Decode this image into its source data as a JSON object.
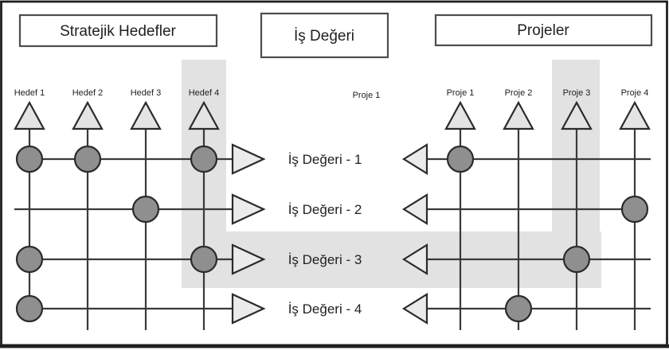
{
  "diagram": {
    "title_boxes": {
      "left": "Stratejik Hedefler",
      "middle": "İş Değeri",
      "right": "Projeler"
    },
    "goals": {
      "columns": [
        "Hedef 1",
        "Hedef 2",
        "Hedef 3",
        "Hedef 4"
      ]
    },
    "projects": {
      "columns": [
        "Proje 1",
        "Proje 2",
        "Proje 3",
        "Proje 4"
      ],
      "stray_label": "Proje 1"
    },
    "business_values": {
      "rows": [
        "İş Değeri - 1",
        "İş Değeri - 2",
        "İş Değeri - 3",
        "İş Değeri - 4"
      ]
    },
    "connections": {
      "goal_to_value": [
        [
          1,
          1
        ],
        [
          1,
          2
        ],
        [
          1,
          4
        ],
        [
          2,
          3
        ],
        [
          3,
          1
        ],
        [
          3,
          4
        ],
        [
          4,
          1
        ]
      ],
      "project_to_value": [
        [
          1,
          1
        ],
        [
          2,
          4
        ],
        [
          3,
          3
        ],
        [
          4,
          2
        ]
      ]
    },
    "highlighted_path": {
      "goal": "Hedef 4",
      "value": "İş Değeri - 3",
      "project": "Proje 3"
    },
    "colors": {
      "highlight_band": "#e2e2e2",
      "connector_line": "#3a3a3a",
      "relation_dot_fill": "#8f8f8f",
      "shape_stroke": "#2b2b2b",
      "triangle_fill": "#e4e4e4",
      "arrow_fill": "#ebebeb",
      "text": "#1f1f1f",
      "frame": "#1f1f1f"
    }
  }
}
